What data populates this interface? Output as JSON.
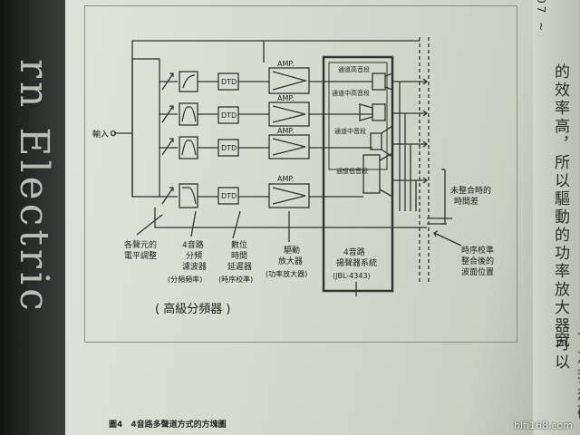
{
  "spine": {
    "title": "rn Electric"
  },
  "right_column": {
    "page_marker": "07 ~",
    "text_1": "的效率高，所以驅動的功率放大器可以",
    "text_2": "下次我想研究"
  },
  "figure": {
    "input_label": "輸入",
    "bands": [
      {
        "name": "高音段",
        "speaker_label": "通道高音段"
      },
      {
        "name": "中高音段",
        "speaker_label": "通道中高音段"
      },
      {
        "name": "中音段",
        "speaker_label": "通道中音段"
      },
      {
        "name": "低音段",
        "speaker_label": "通道低音段"
      }
    ],
    "dtd_label": "DTD",
    "amp_label": "AMP.",
    "time_diff_label": [
      "未整合時的",
      "時間差"
    ],
    "time_align_label": [
      "時序校準",
      "整合後的",
      "波面位置"
    ],
    "component_labels": [
      {
        "lines": [
          "各聲元的",
          "電平調整"
        ]
      },
      {
        "lines": [
          "4音路",
          "分頻",
          "濾波器",
          "(分頻頻率)"
        ]
      },
      {
        "lines": [
          "數位",
          "時間",
          "延遲器",
          "(時序校準)"
        ]
      },
      {
        "lines": [
          "驅動",
          "放大器",
          "(功率放大器)"
        ]
      },
      {
        "lines": [
          "4音路",
          "揚聲器系統",
          "(JBL-4343)"
        ]
      }
    ],
    "subtitle": "( 高級分頻器 )"
  },
  "caption": {
    "number": "圖4",
    "text": "4音路多聲道方式的方塊圖"
  },
  "watermark": "hifi168.com"
}
